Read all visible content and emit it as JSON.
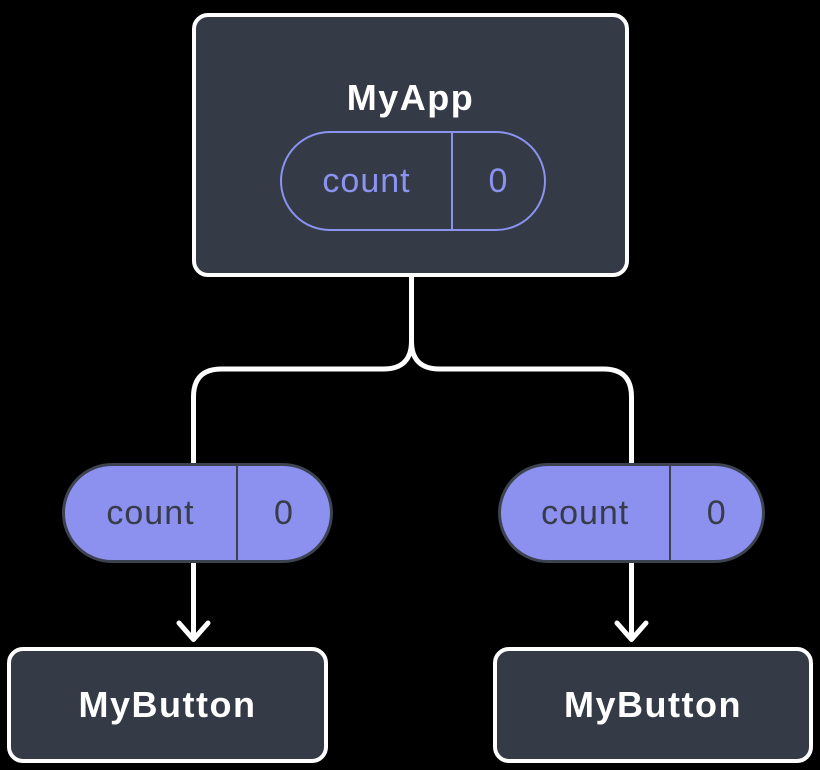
{
  "diagram": {
    "type": "react-component-tree",
    "root": {
      "label": "MyApp",
      "state_pill": {
        "name": "count",
        "value": "0"
      }
    },
    "prop_pills": [
      {
        "name": "count",
        "value": "0"
      },
      {
        "name": "count",
        "value": "0"
      }
    ],
    "children": [
      {
        "label": "MyButton"
      },
      {
        "label": "MyButton"
      }
    ],
    "colors": {
      "background": "#000000",
      "node_fill": "#343A46",
      "node_border": "#FFFFFF",
      "node_title": "#FFFFFF",
      "pill_fill": "#8C90EE",
      "pill_outline": "#8B92F0",
      "pill_dark": "#3D4250",
      "pill_text_dark": "#363C49",
      "connector": "#FFFFFF"
    }
  }
}
